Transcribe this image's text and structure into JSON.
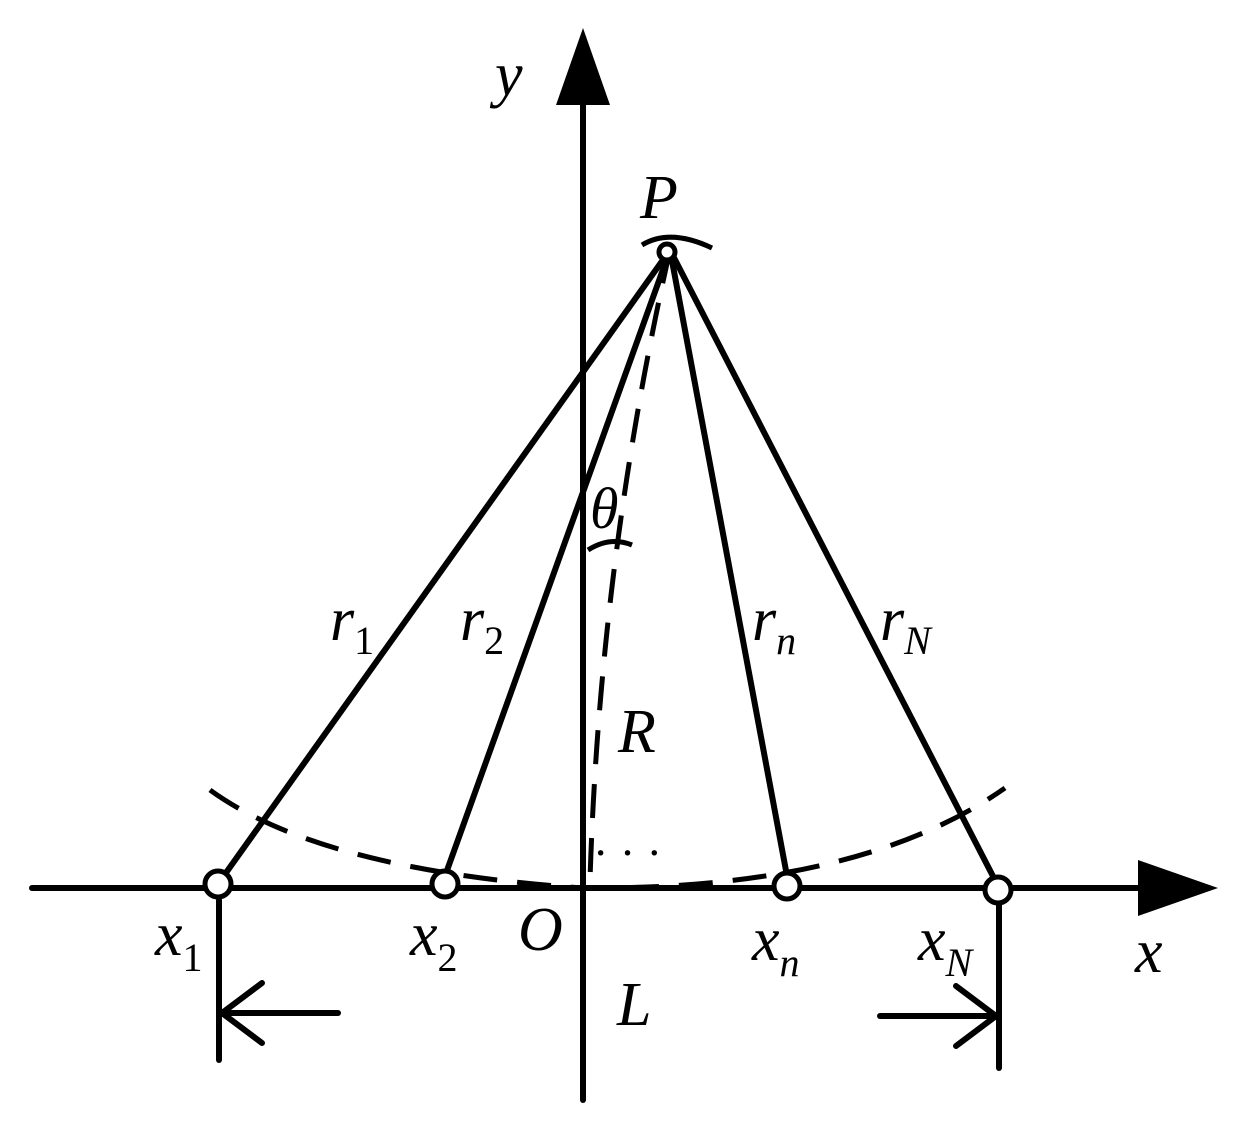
{
  "axis_labels": {
    "x": "x",
    "y": "y"
  },
  "origin_label": "O",
  "point": {
    "label": "P"
  },
  "angle_label": "θ",
  "radius_label": "R",
  "length_label": "L",
  "ellipsis": "· · ·",
  "elements": [
    {
      "name": "x",
      "sub": "1",
      "r_name": "r",
      "r_sub": "1"
    },
    {
      "name": "x",
      "sub": "2",
      "r_name": "r",
      "r_sub": "2"
    },
    {
      "name": "x",
      "sub": "n",
      "r_name": "r",
      "r_sub": "n"
    },
    {
      "name": "x",
      "sub": "N",
      "r_name": "r",
      "r_sub": "N"
    }
  ]
}
